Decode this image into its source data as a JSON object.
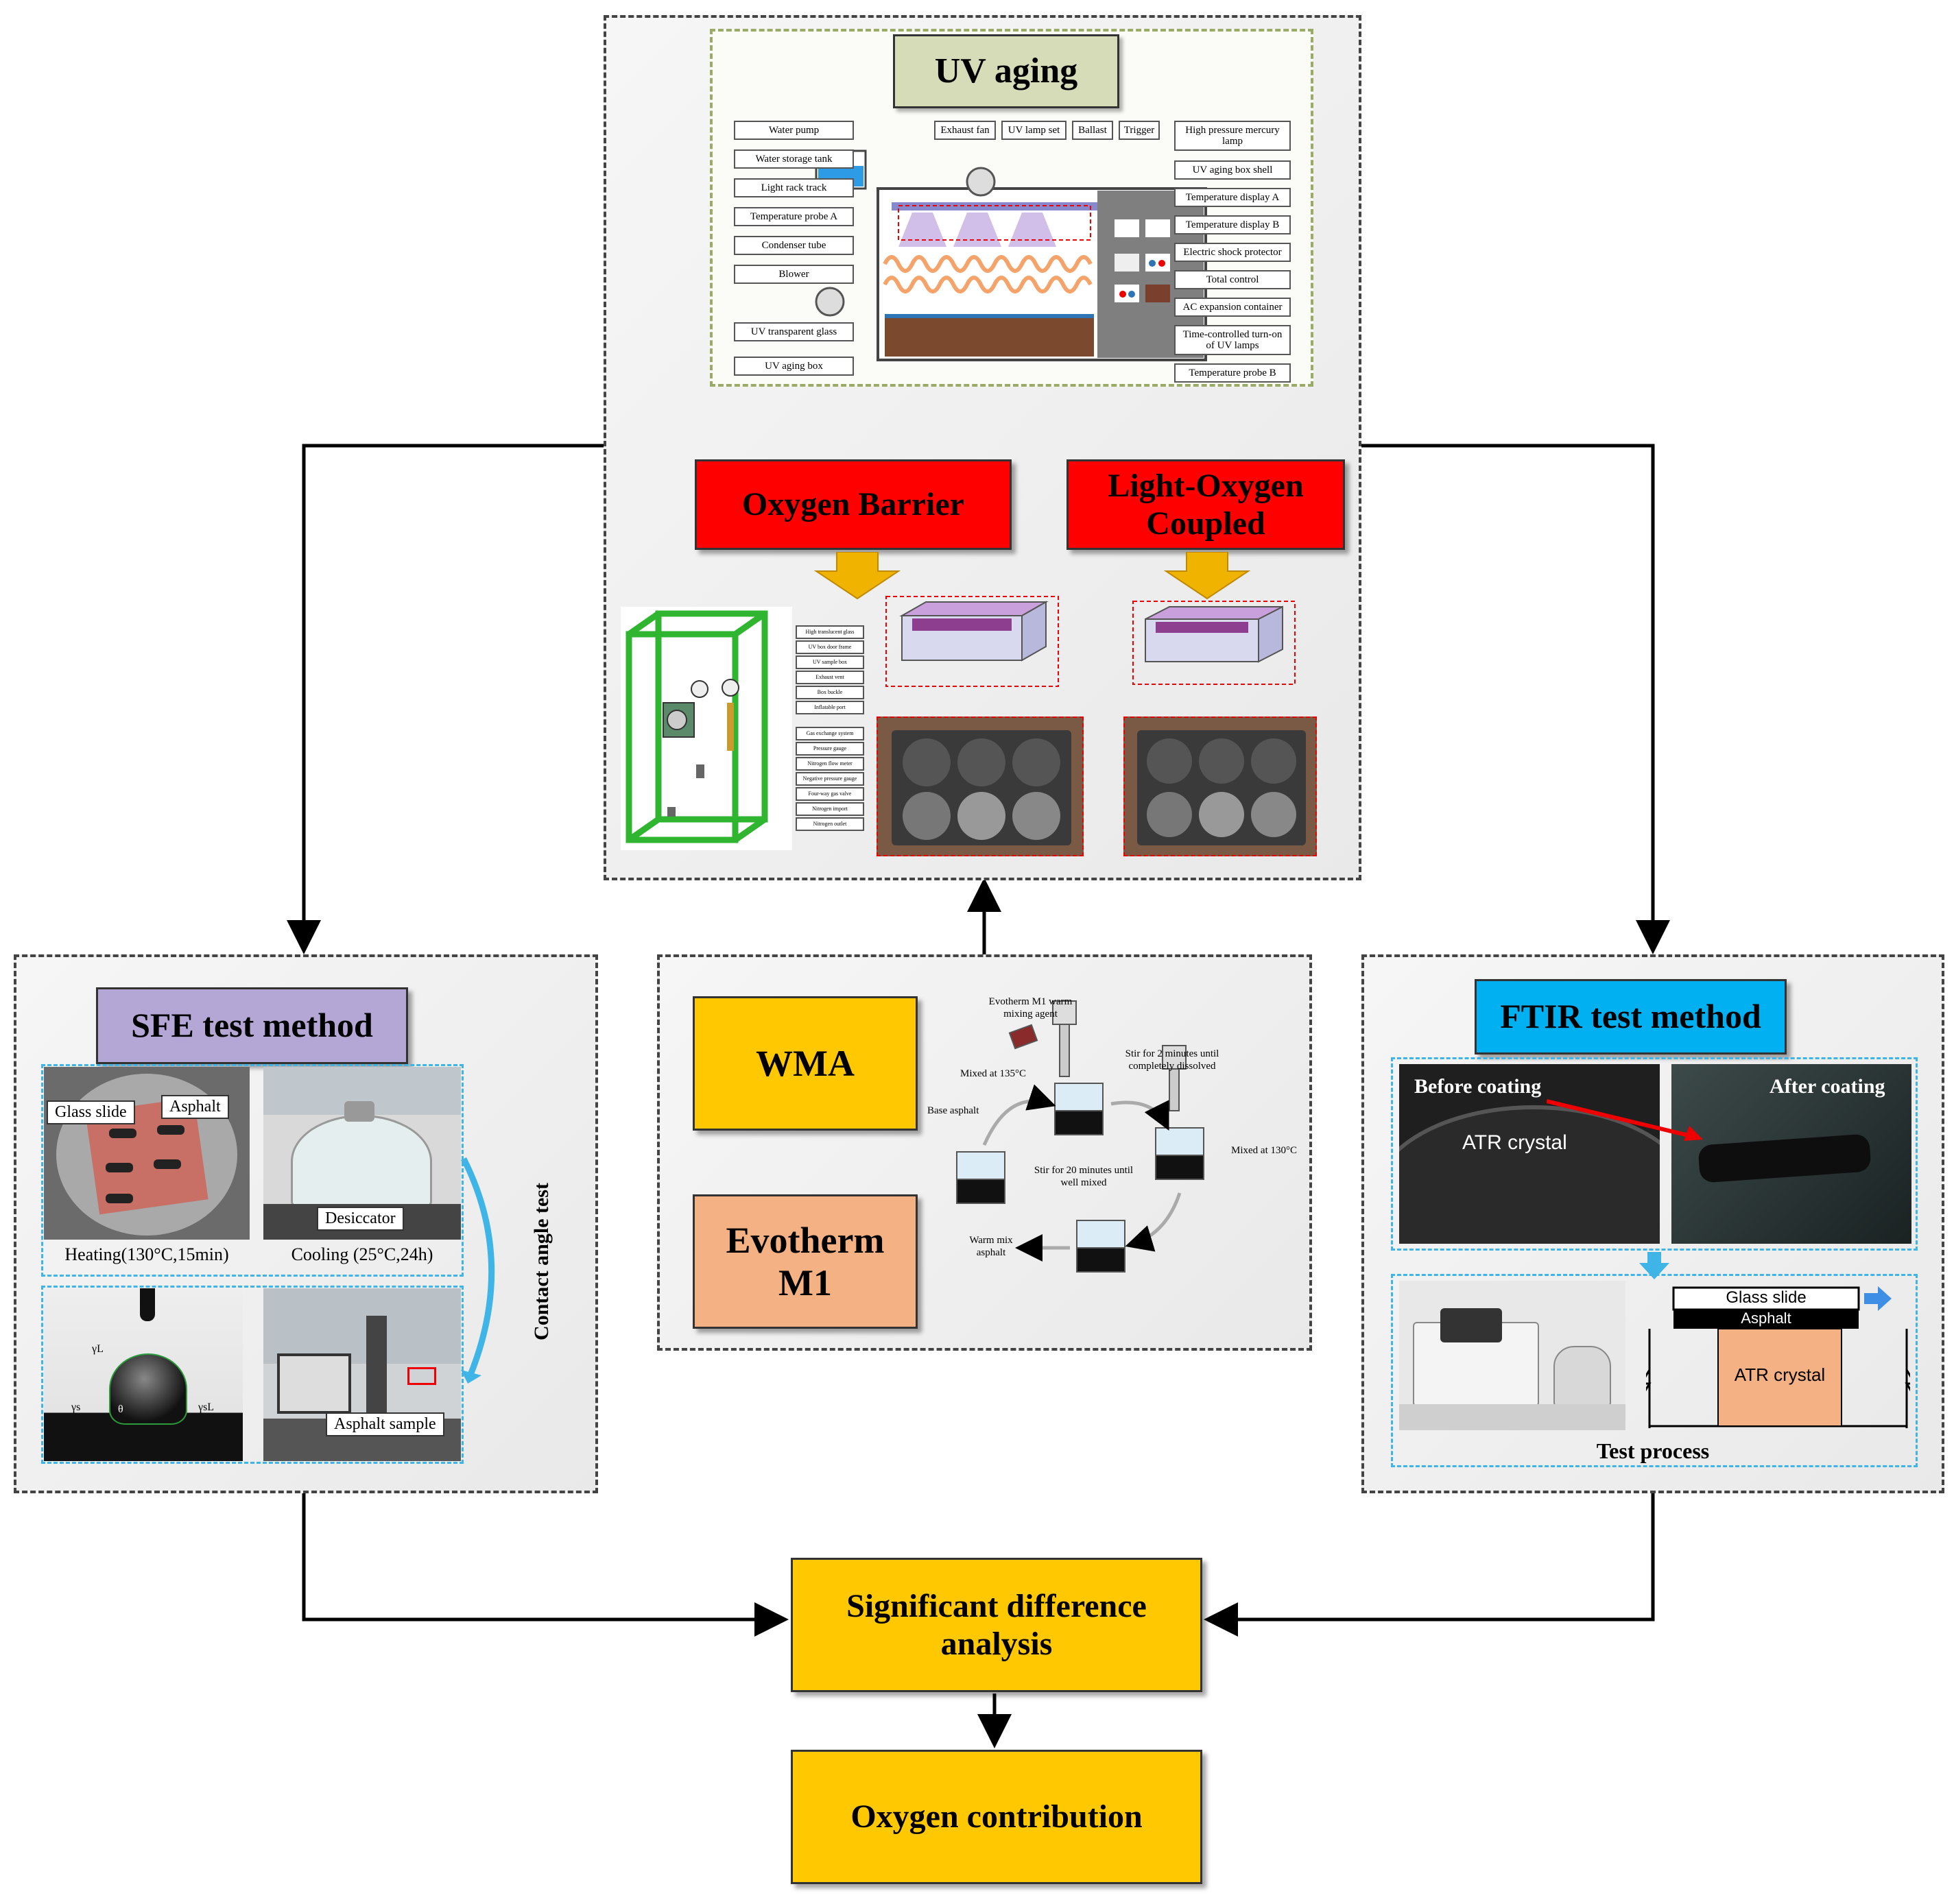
{
  "uv_aging": {
    "title": "UV aging",
    "labels_left": [
      "Water pump",
      "Water storage tank",
      "Light rack track",
      "Temperature probe A",
      "Condenser tube",
      "Blower",
      "UV transparent glass",
      "UV aging box"
    ],
    "labels_top": [
      "Exhaust fan",
      "UV lamp set",
      "Ballast",
      "Trigger"
    ],
    "labels_right": [
      "High pressure mercury lamp",
      "UV aging box shell",
      "Temperature display A",
      "Temperature display B",
      "Electric shock protector",
      "Total control",
      "AC expansion container",
      "Time-controlled turn-on of UV lamps",
      "Temperature probe B"
    ]
  },
  "oxygen_barrier": {
    "title": "Oxygen Barrier",
    "labels": [
      "High translucent glass",
      "UV box door frame",
      "UV sample box",
      "Exhaust vent",
      "Box buckle",
      "Inflatable port",
      "Gas exchange system",
      "Pressure gauge",
      "Nitrogen flow meter",
      "Negative pressure gauge",
      "Four-way gas valve",
      "Nitrogen import",
      "Nitrogen outlet"
    ]
  },
  "light_oxygen": {
    "title_line1": "Light-Oxygen",
    "title_line2": "Coupled"
  },
  "wma": {
    "wma_label": "WMA",
    "evotherm_line1": "Evotherm",
    "evotherm_line2": "M1",
    "steps": {
      "agent": "Evotherm M1 warm mixing agent",
      "mixed135": "Mixed at 135°C",
      "stir2": "Stir for 2 minutes until completely dissolved",
      "base": "Base asphalt",
      "mixed130": "Mixed at 130°C",
      "stir20": "Stir for 20 minutes until well mixed",
      "warmmix": "Warm mix asphalt"
    }
  },
  "sfe": {
    "title": "SFE test method",
    "glass_slide": "Glass slide",
    "asphalt": "Asphalt",
    "desiccator": "Desiccator",
    "heating": "Heating(130°C,15min)",
    "cooling": "Cooling (25°C,24h)",
    "contact_angle": "Contact angle test",
    "asphalt_sample": "Asphalt sample",
    "gamma_l": "γL",
    "gamma_s": "γs",
    "gamma_sl": "γsL",
    "theta": "θ"
  },
  "ftir": {
    "title": "FTIR test method",
    "before": "Before coating",
    "after": "After coating",
    "atr_crystal": "ATR crystal",
    "glass_slide": "Glass slide",
    "asphalt": "Asphalt",
    "atr_crystal2": "ATR crystal",
    "test_process": "Test process"
  },
  "significant": {
    "line1": "Significant difference",
    "line2": "analysis"
  },
  "oxygen_contribution": "Oxygen contribution",
  "colors": {
    "red": "#ff0000",
    "gold": "#ffc800",
    "lavender": "#b4a7d6",
    "blue": "#00b0f0",
    "olive": "#d6dcb8",
    "peach": "#f4b183"
  }
}
